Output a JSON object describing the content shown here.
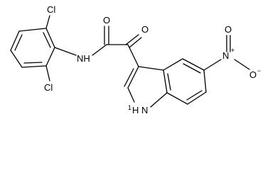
{
  "atoms": {
    "cl_top": "Cl",
    "cl_bottom": "Cl",
    "amide_nh": "NH",
    "amide_o": "O",
    "keto_o": "O",
    "nitro_n": "N",
    "nitro_n_charge": "+",
    "nitro_o_top": "O",
    "nitro_o_right": "O",
    "nitro_o_charge": "−",
    "indole_nh": "NH",
    "indole_h": "1",
    "indole_nh_n": "N",
    "indole_nh_hprefix": "H"
  }
}
